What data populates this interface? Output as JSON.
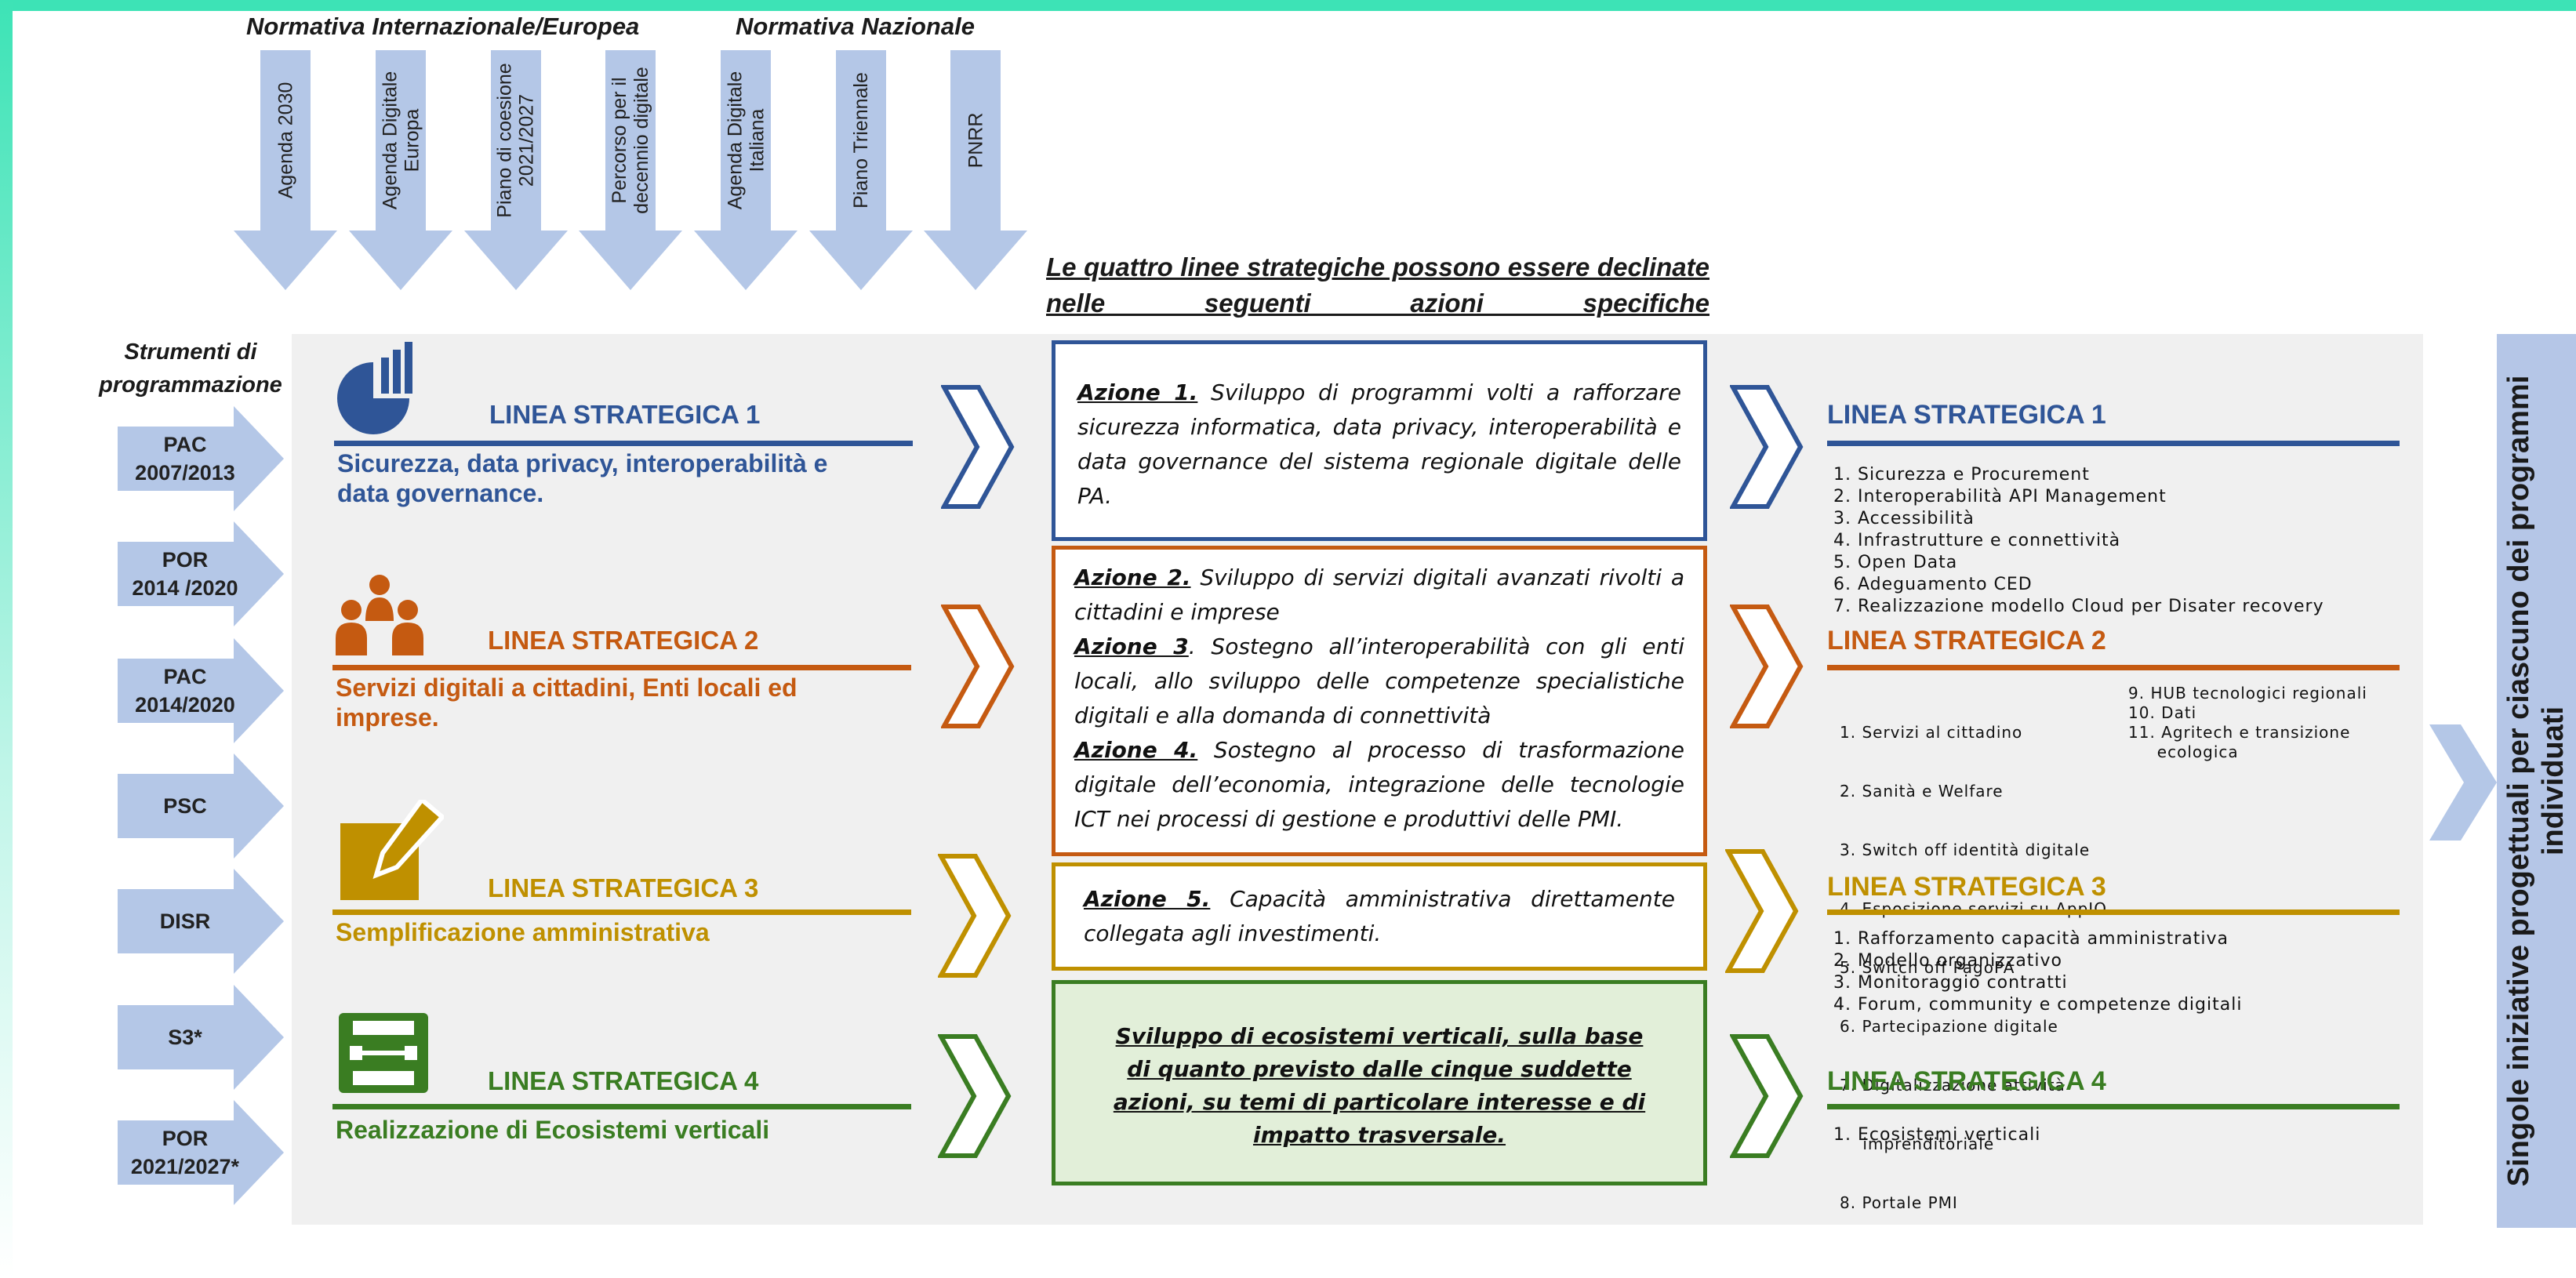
{
  "colors": {
    "accent": "#3de3b6",
    "blue": "#2f5597",
    "orange": "#c55a11",
    "gold": "#bf9000",
    "green": "#3a7d22",
    "arrow": "#b4c7e7",
    "panel": "#f0f0f0",
    "box4_bg": "#e2efd9"
  },
  "headers": {
    "international": "Normativa Internazionale/Europea",
    "national": "Normativa Nazionale"
  },
  "normative": [
    "Agenda 2030",
    "Agenda Digitale\nEuropa",
    "Piano di coesione\n2021/2027",
    "Percorso per il\ndecennio digitale",
    "Agenda Digitale\nItaliana",
    "Piano Triennale",
    "PNRR"
  ],
  "strumenti": {
    "title": "Strumenti di programmazione",
    "items": [
      "PAC\n2007/2013",
      "POR\n2014 /2020",
      "PAC\n2014/2020",
      "PSC",
      "DISR",
      "S3*",
      "POR\n2021/2027*"
    ]
  },
  "actions_title": "Le quattro linee strategiche possono essere declinate nelle seguenti azioni specifiche",
  "lines": [
    {
      "title": "LINEA STRATEGICA 1",
      "desc": "Sicurezza, data privacy, interoperabilità e data governance.",
      "icon": "chart-icon"
    },
    {
      "title": "LINEA STRATEGICA 2",
      "desc": "Servizi digitali a cittadini, Enti locali ed imprese.",
      "icon": "people-icon"
    },
    {
      "title": "LINEA STRATEGICA 3",
      "desc": "Semplificazione amministrativa",
      "icon": "edit-icon"
    },
    {
      "title": "LINEA STRATEGICA 4",
      "desc": "Realizzazione di Ecosistemi verticali",
      "icon": "network-icon"
    }
  ],
  "boxes": {
    "b1": {
      "a1_label": "Azione 1.",
      "a1_text": " Sviluppo di programmi volti a rafforzare sicurezza informatica, data privacy, interoperabilità e data governance del sistema regionale digitale delle PA."
    },
    "b2": {
      "a2_label": "Azione 2.",
      "a2_text": " Sviluppo di servizi digitali avanzati rivolti a cittadini e imprese",
      "a3_label": "Azione 3",
      "a3_text": ". Sostegno all’interoperabilità con gli enti locali, allo sviluppo delle competenze specialistiche digitali e alla domanda di connettività",
      "a4_label": "Azione 4.",
      "a4_text": " Sostegno al processo di trasformazione digitale dell’economia, integrazione delle tecnologie ICT nei processi di gestione e produttivi delle PMI."
    },
    "b3": {
      "a5_label": "Azione 5.",
      "a5_text": " Capacità amministrativa direttamente collegata agli investimenti."
    },
    "b4": {
      "text": "Sviluppo di ecosistemi verticali, sulla base di quanto previsto dalle cinque suddette azioni, su temi di particolare interesse e di impatto trasversale."
    }
  },
  "right": {
    "l1": {
      "title": "LINEA STRATEGICA 1",
      "items": [
        "1. Sicurezza e Procurement",
        "2. Interoperabilità API Management",
        "3. Accessibilità",
        "4. Infrastrutture e connettività",
        "5. Open Data",
        "6. Adeguamento CED",
        "7. Realizzazione modello Cloud per Disater recovery"
      ]
    },
    "l2": {
      "title": "LINEA STRATEGICA 2",
      "col1": [
        "1. Servizi al cittadino",
        "2. Sanità e Welfare",
        "3. Switch off identità digitale",
        "4. Esposizione servizi su AppIO",
        "5. Switch off PagoPA",
        "6. Partecipazione digitale",
        "7. Digitalizzazione attività",
        "    imprenditoriale",
        "8. Portale PMI"
      ],
      "col2": [
        "9. HUB tecnologici regionali",
        "10. Dati",
        "11. Agritech e transizione",
        "     ecologica"
      ]
    },
    "l3": {
      "title": "LINEA STRATEGICA 3",
      "items": [
        "1. Rafforzamento capacità amministrativa",
        "2. Modello organizzativo",
        "3. Monitoraggio contratti",
        "4. Forum, community e competenze digitali"
      ]
    },
    "l4": {
      "title": "LINEA STRATEGICA 4",
      "items": [
        "1. Ecosistemi verticali"
      ]
    }
  },
  "side_label": "Singole iniziative progettuali per ciascuno dei programmi individuati"
}
